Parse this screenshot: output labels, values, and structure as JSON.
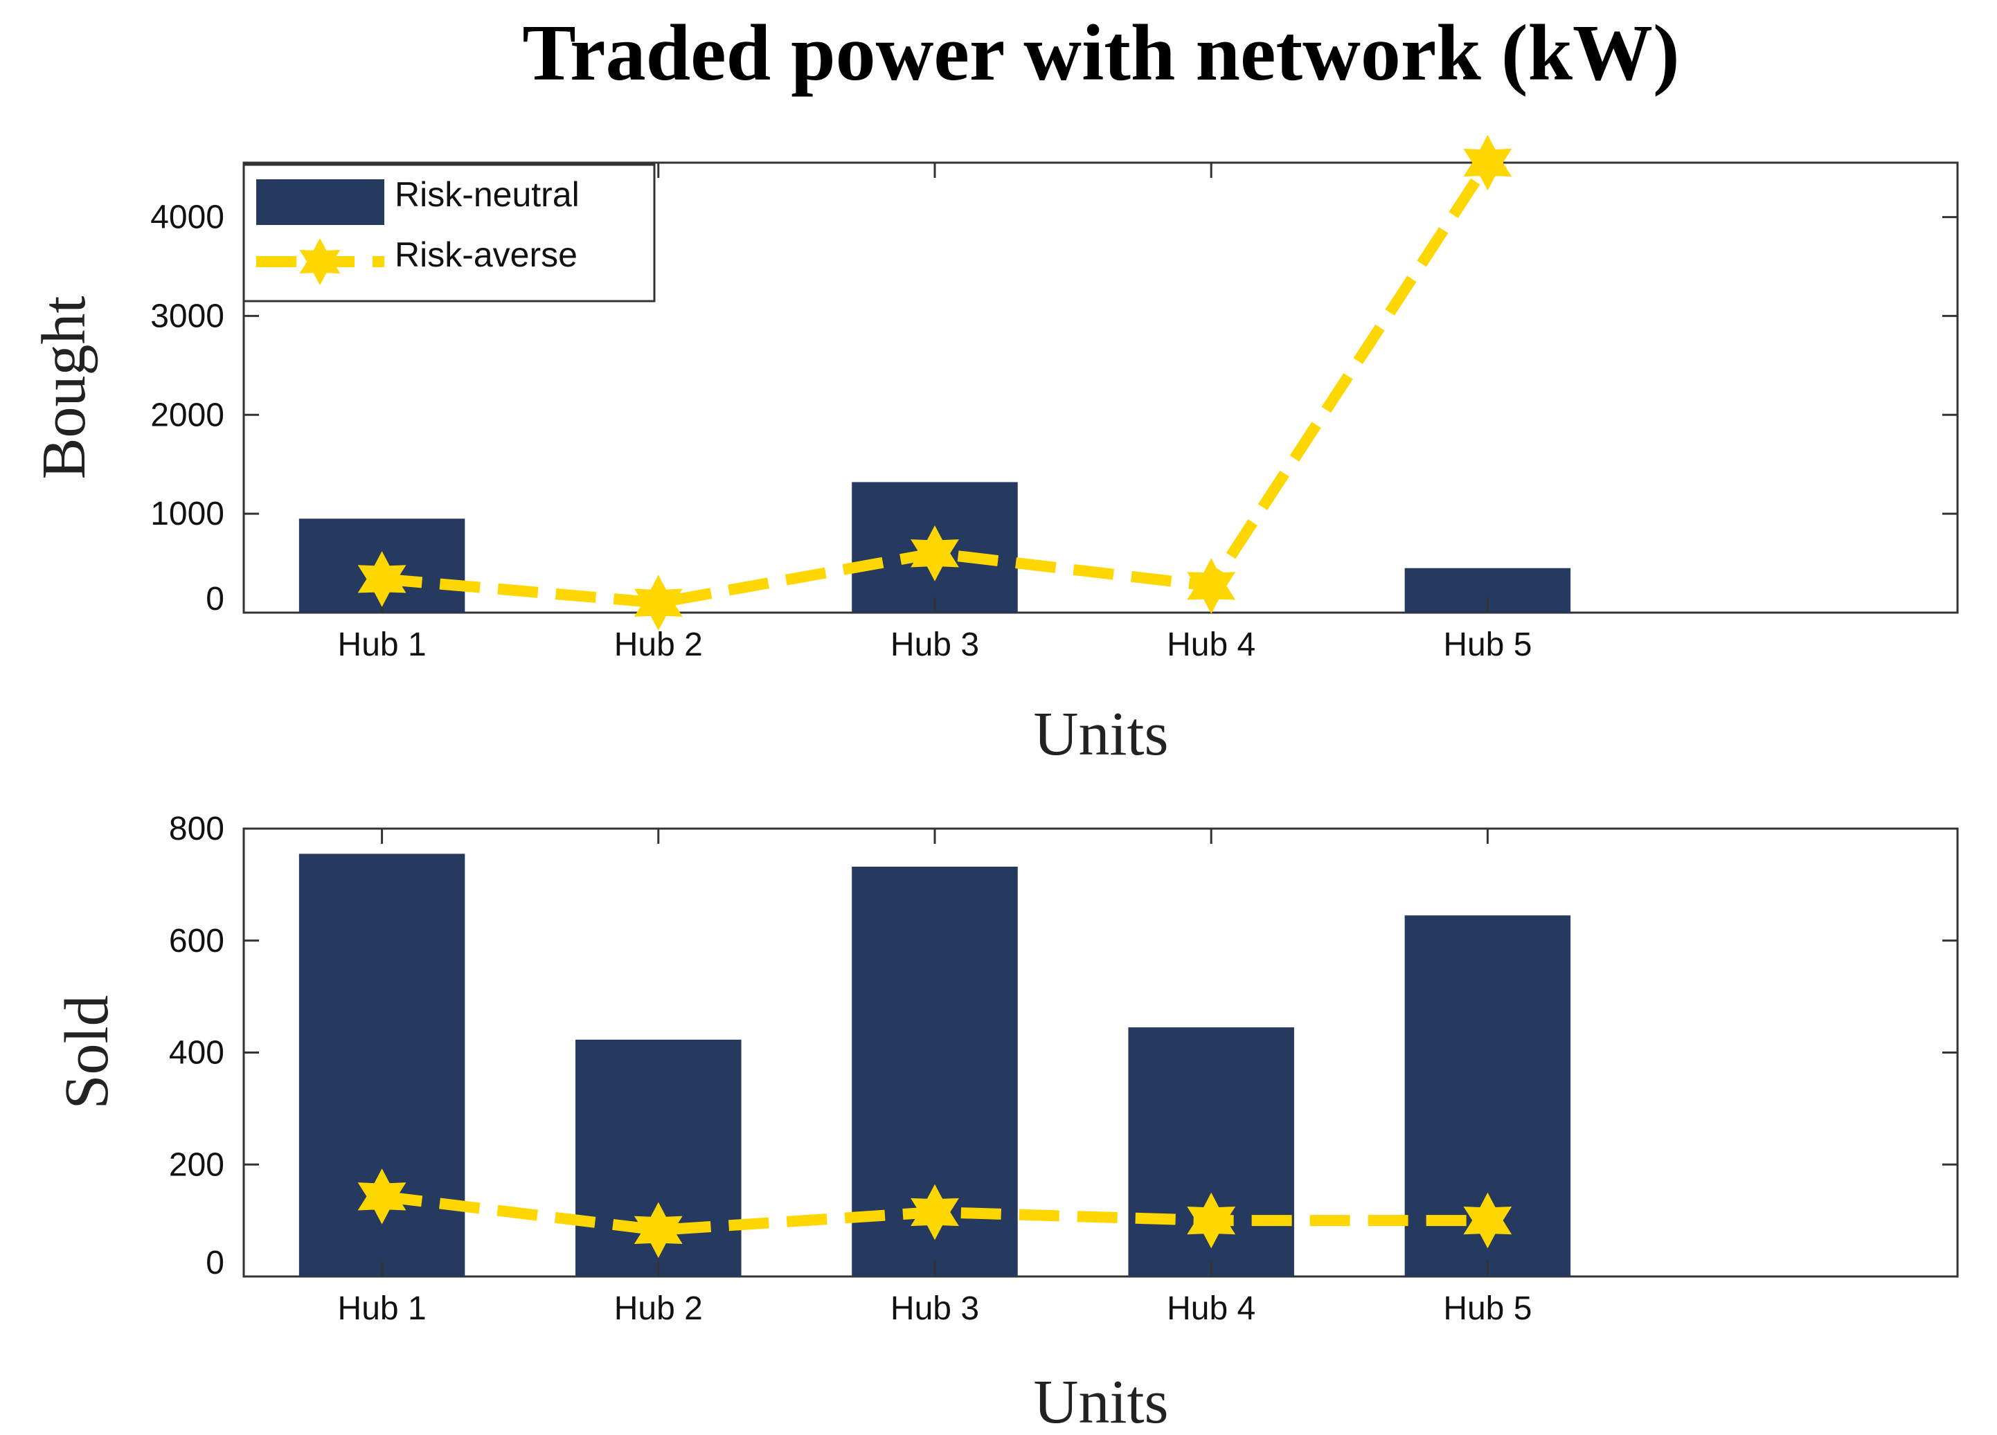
{
  "chart_data": {
    "title": "Traded power with network (kW)",
    "colors": {
      "neutral": "#253a5e",
      "averse": "#ffd700"
    },
    "legend": {
      "placement": "top-left",
      "entries": [
        {
          "label": "Risk-neutral",
          "style": "bar"
        },
        {
          "label": "Risk-averse",
          "style": "dashed-line-star-marker"
        }
      ]
    },
    "subplots": [
      {
        "type": "bar",
        "categories": [
          "Hub 1",
          "Hub 2",
          "Hub 3",
          "Hub 4",
          "Hub 5"
        ],
        "xlabel": "Units",
        "ylabel": "Bought",
        "ylim": [
          0,
          4550
        ],
        "yticks": [
          0,
          1000,
          2000,
          3000,
          4000
        ],
        "series": [
          {
            "name": "Risk-neutral",
            "type": "bar",
            "values": [
              950,
              0,
              1320,
              0,
              450
            ]
          },
          {
            "name": "Risk-averse",
            "type": "line",
            "values": [
              340,
              100,
              600,
              270,
              4550
            ]
          }
        ]
      },
      {
        "type": "bar",
        "categories": [
          "Hub 1",
          "Hub 2",
          "Hub 3",
          "Hub 4",
          "Hub 5"
        ],
        "xlabel": "Units",
        "ylabel": "Sold",
        "ylim": [
          0,
          800
        ],
        "yticks": [
          0,
          200,
          400,
          600,
          800
        ],
        "series": [
          {
            "name": "Risk-neutral",
            "type": "bar",
            "values": [
              755,
              423,
              732,
              445,
              645
            ]
          },
          {
            "name": "Risk-averse",
            "type": "line",
            "values": [
              143,
              83,
              115,
              100,
              100
            ]
          }
        ]
      }
    ]
  }
}
